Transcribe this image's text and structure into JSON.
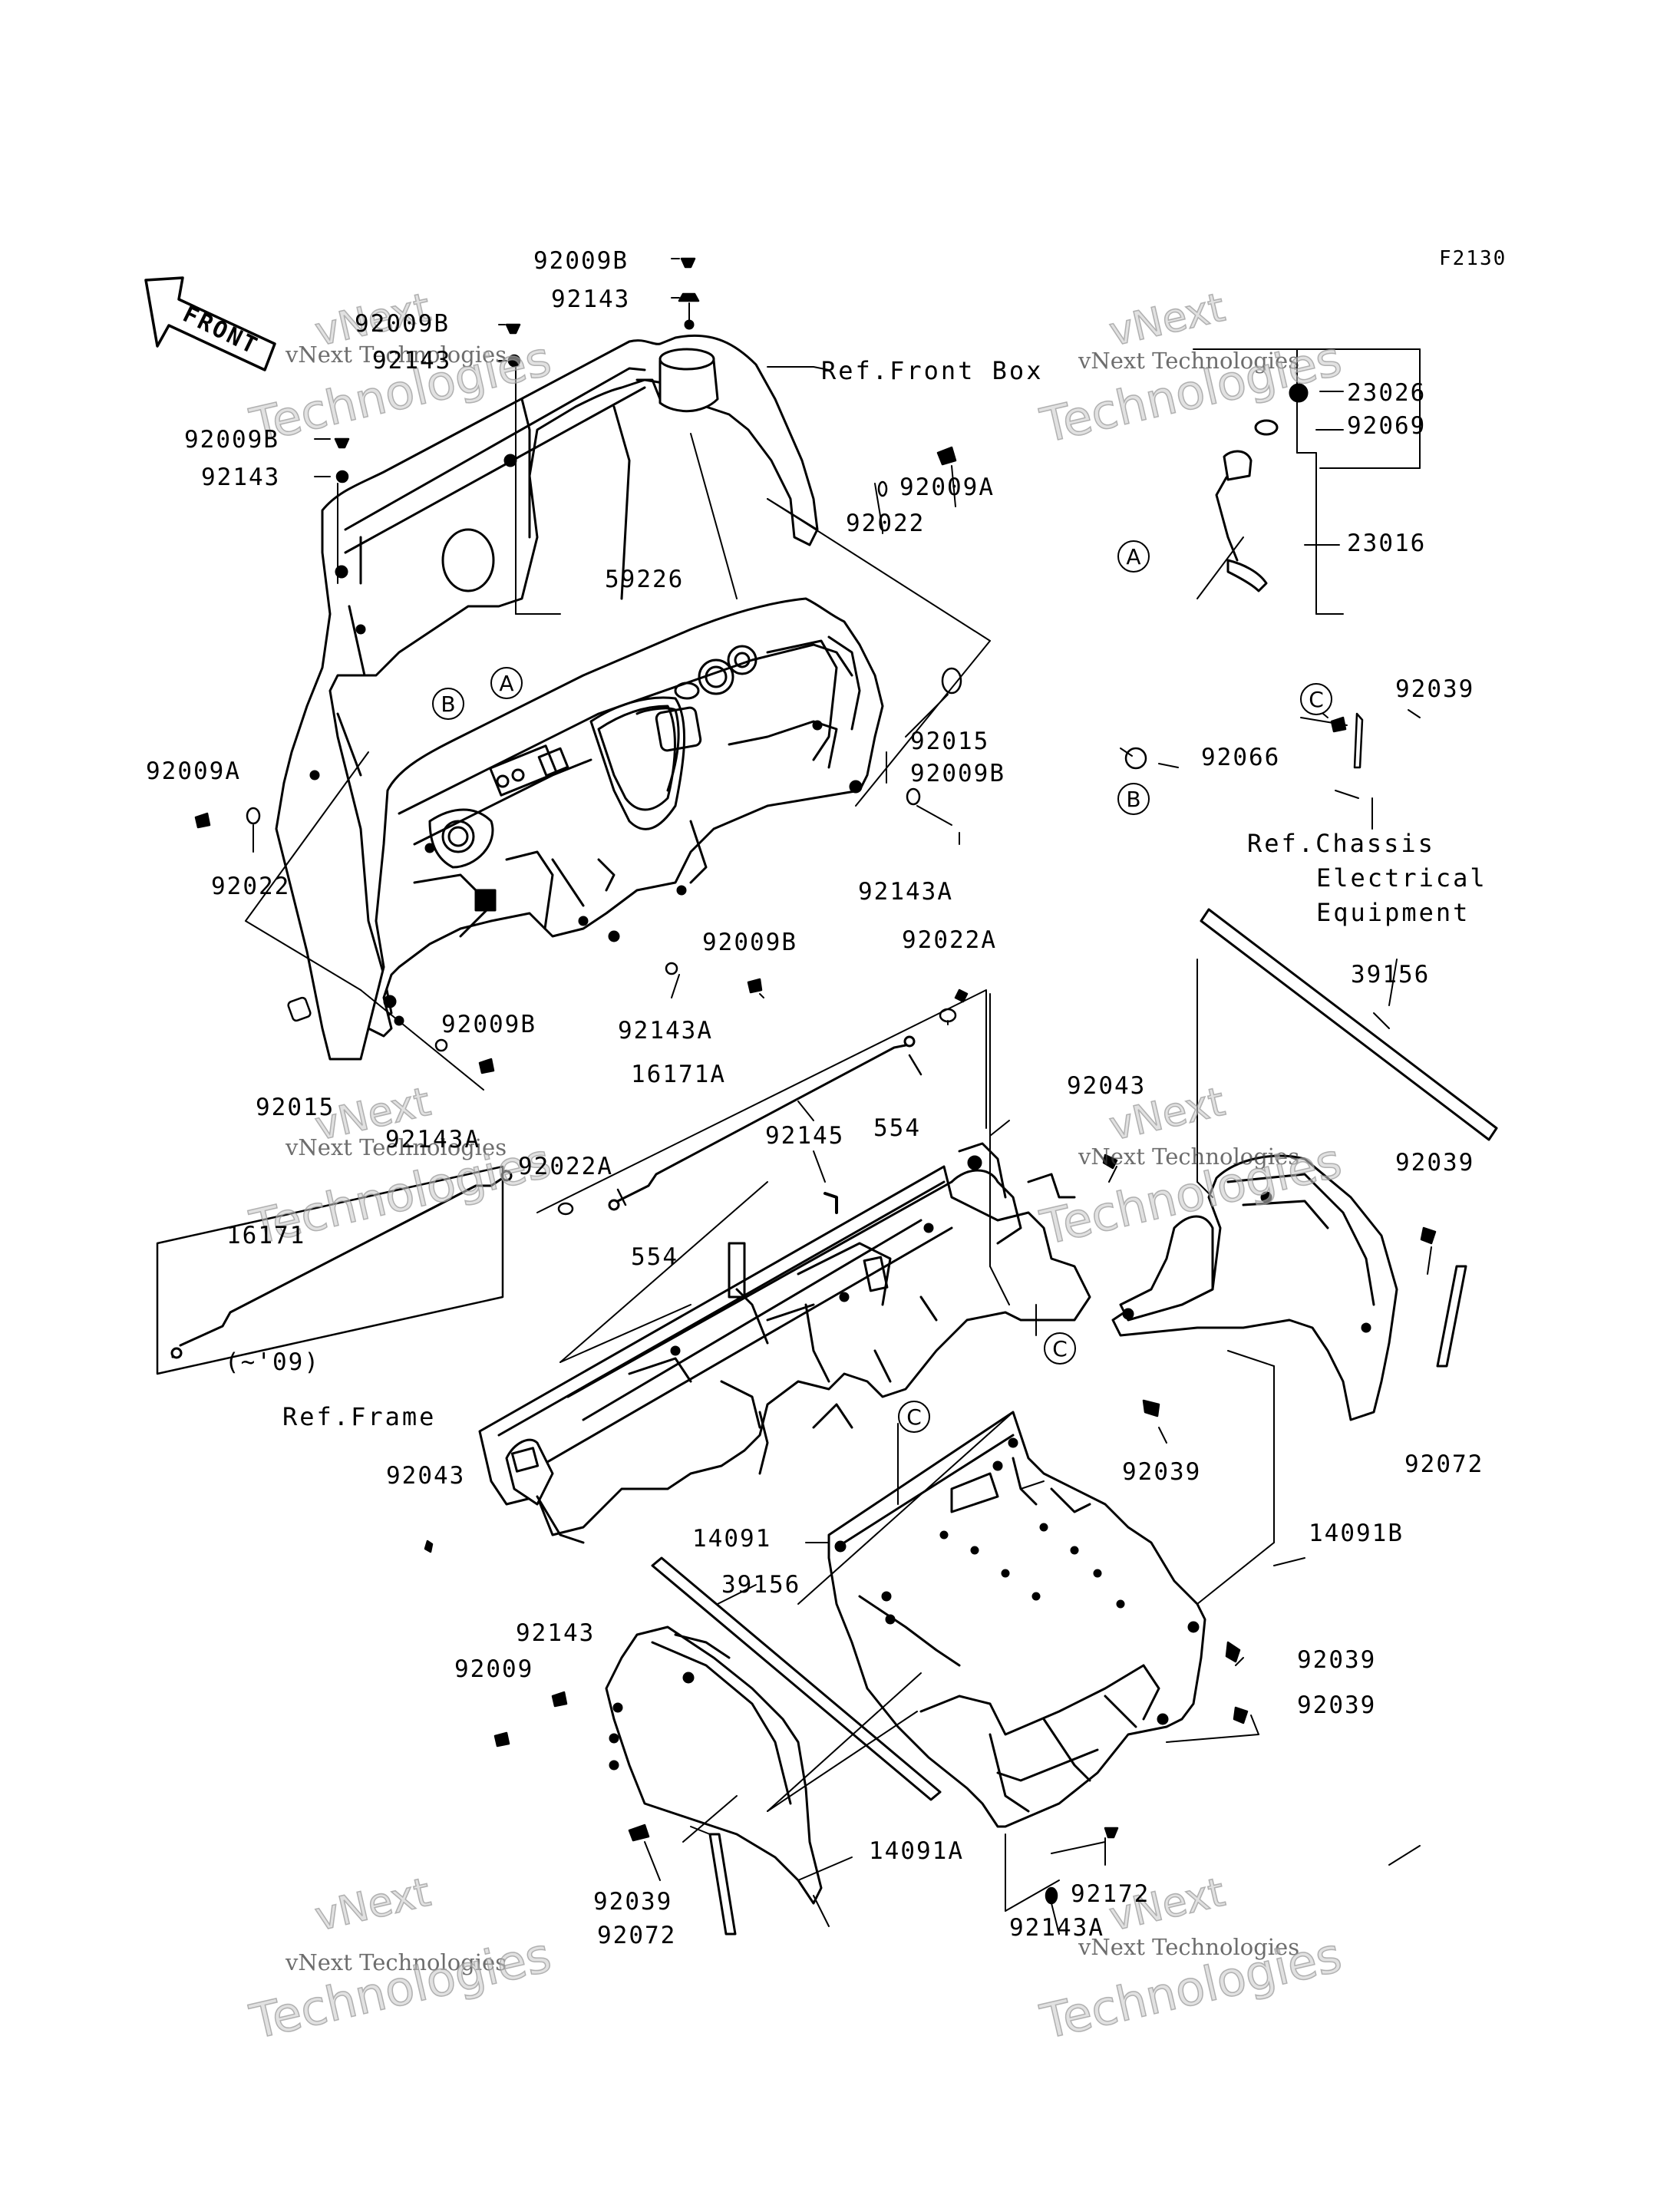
{
  "diagram_id": "F2130",
  "front_label": "FRONT",
  "callouts": {
    "a": "A",
    "b": "B",
    "c": "C"
  },
  "parts": {
    "p92009B_top": "92009B",
    "p92143_top": "92143",
    "p92009B_left": "92009B",
    "p92143_left": "92143",
    "p92009B_left2": "92009B",
    "p92143_left2": "92143",
    "p92009A_right": "92009A",
    "p92022_right": "92022",
    "p59226": "59226",
    "p92015_right": "92015",
    "p92009B_mid": "92009B",
    "p92143A_mid": "92143A",
    "p92009A_left": "92009A",
    "p92022_left": "92022",
    "p92009B_low": "92009B",
    "p92143A_low": "92143A",
    "p92015_left": "92015",
    "p92009B_low2": "92009B",
    "p92143A_low2": "92143A",
    "p23026": "23026",
    "p92069": "92069",
    "p23016": "23016",
    "p92039_top": "92039",
    "p92066": "92066",
    "p39156_right": "39156",
    "p92022A_right": "92022A",
    "p16171A": "16171A",
    "p554_right": "554",
    "p92145": "92145",
    "p92043_top": "92043",
    "p92022A_left": "92022A",
    "p554_left": "554",
    "p16171": "16171",
    "p92039_fender": "92039",
    "p92039_mid": "92039",
    "p92072_right": "92072",
    "p14091B": "14091B",
    "p92043_low": "92043",
    "p14091": "14091",
    "p39156_left": "39156",
    "p92143_low": "92143",
    "p92009_low": "92009",
    "p92039_r1": "92039",
    "p92039_r2": "92039",
    "p14091A": "14091A",
    "p92039_low": "92039",
    "p92072_left": "92072",
    "p92172": "92172",
    "p92143A_bottom": "92143A"
  },
  "refs": {
    "front_box": "Ref.Front Box",
    "frame": "Ref.Frame",
    "chassis_1": "Ref.Chassis",
    "chassis_2": "Electrical",
    "chassis_3": "Equipment",
    "year_note": "(~'09)"
  },
  "watermark": {
    "line1": "vNext",
    "line2": "Technologies",
    "full": "vNext Technologies"
  }
}
